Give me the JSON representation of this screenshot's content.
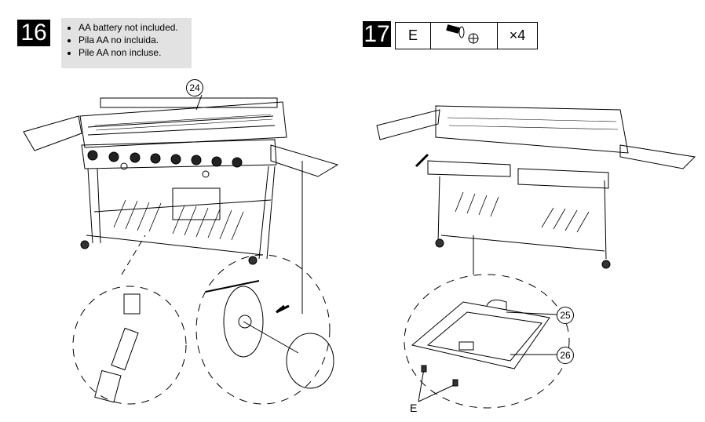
{
  "step16": {
    "number": "16",
    "notes": [
      "AA battery not included.",
      "Pila AA no incluida.",
      "Pile AA non incluse."
    ]
  },
  "step17": {
    "number": "17",
    "part_letter": "E",
    "part_icon": "screw-icon",
    "quantity": "×4"
  },
  "callouts": {
    "c24": "24",
    "c25": "25",
    "c26": "26"
  },
  "part_label_e": "E"
}
